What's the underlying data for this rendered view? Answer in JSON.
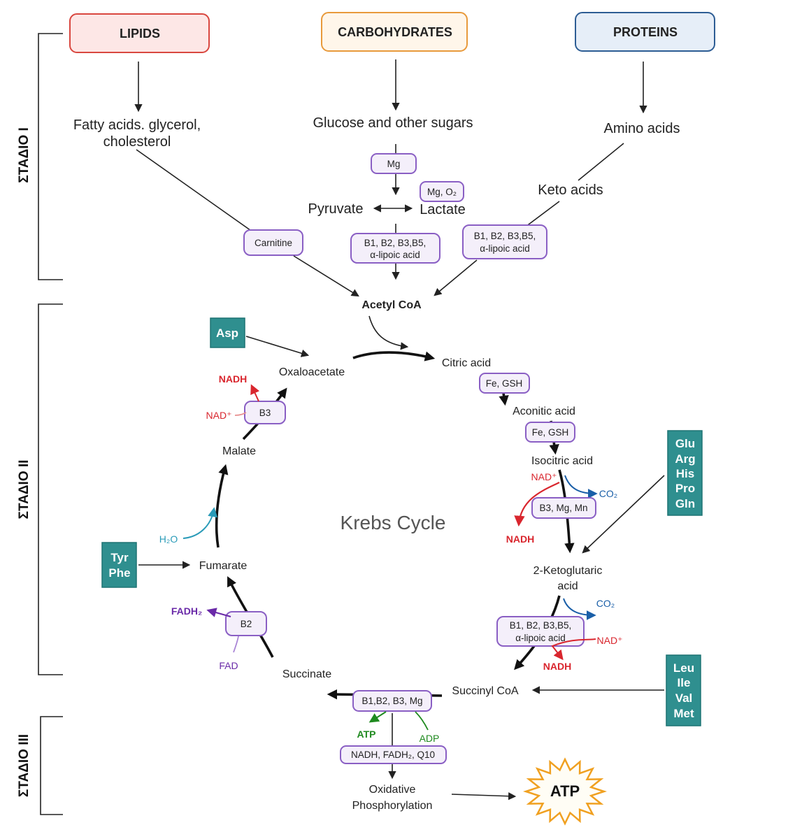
{
  "sources": {
    "lipids": "LIPIDS",
    "carbohydrates": "CARBOHYDRATES",
    "proteins": "PROTEINS"
  },
  "stages": {
    "s1": "ΣΤΑΔΙΟ Ι",
    "s2": "ΣΤΑΔΙΟ ΙΙ",
    "s3": "ΣΤΑΔΙΟ ΙΙΙ"
  },
  "stage1": {
    "fatty_line1": "Fatty acids. glycerol,",
    "fatty_line2": "cholesterol",
    "glucose": "Glucose and other sugars",
    "amino": "Amino acids",
    "keto": "Keto acids",
    "pyruvate": "Pyruvate",
    "lactate": "Lactate",
    "acetyl": "Acetyl CoA"
  },
  "cofactors": {
    "mg": "Mg",
    "mg_o2": "Mg, O₂",
    "carnitine": "Carnitine",
    "b_lipoic_l1": "B1, B2, B3,B5,",
    "b_lipoic_l2": "α-lipoic acid",
    "fe_gsh": "Fe, GSH",
    "b3": "B3",
    "b3_mg_mn": "B3, Mg, Mn",
    "b2": "B2",
    "succ_coa": "B1,B2, B3, Mg",
    "nadh_fadh_q10": "NADH, FADH₂, Q10"
  },
  "cycle": {
    "title": "Krebs Cycle",
    "oxaloacetate": "Oxaloacetate",
    "citric": "Citric acid",
    "aconitic": "Aconitic acid",
    "isocitric": "Isocitric acid",
    "ketoglutaric_l1": "2-Ketoglutaric",
    "ketoglutaric_l2": "acid",
    "succinyl": "Succinyl CoA",
    "succinate": "Succinate",
    "fumarate": "Fumarate",
    "malate": "Malate"
  },
  "side": {
    "nadh": "NADH",
    "nad": "NAD⁺",
    "co2": "CO₂",
    "h2o": "H₂O",
    "fadh2": "FADH₂",
    "fad": "FAD",
    "atp": "ATP",
    "adp": "ADP"
  },
  "amino_groups": {
    "asp": [
      "Asp"
    ],
    "glu_group": [
      "Glu",
      "Arg",
      "His",
      "Pro",
      "Gln"
    ],
    "tyr_group": [
      "Tyr",
      "Phe"
    ],
    "leu_group": [
      "Leu",
      "Ile",
      "Val",
      "Met"
    ]
  },
  "stage3": {
    "ox_l1": "Oxidative",
    "ox_l2": "Phosphorylation",
    "atp_star": "ATP"
  },
  "colors": {
    "lipids_border": "#d9473f",
    "lipids_fill": "#fde7e6",
    "carb_border": "#e89a3c",
    "carb_fill": "#fff6ea",
    "prot_border": "#2d5d94",
    "prot_fill": "#e6eef8",
    "teal": "#2f8f8f",
    "cofactor_border": "#8a5fc4",
    "red": "#d9262e",
    "blue": "#1a5fa8",
    "green": "#1f8a1f",
    "purple": "#6a2aa8",
    "cyan": "#2a9bb8",
    "star": "#f0a020"
  }
}
